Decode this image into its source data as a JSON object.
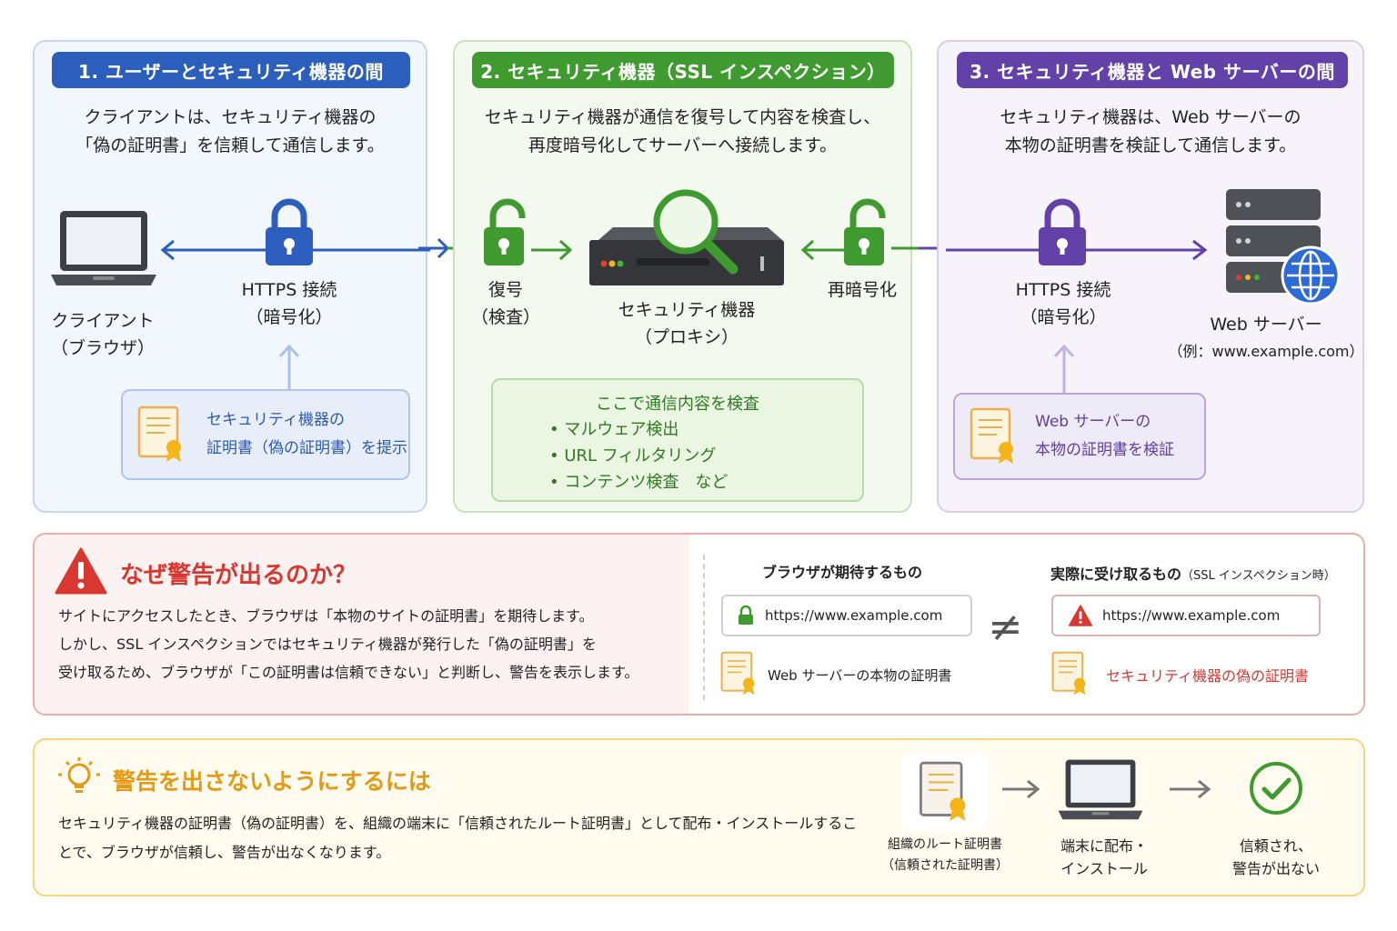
{
  "panels": {
    "p1": {
      "title": "1. ユーザーとセキュリティ機器の間",
      "desc_line1": "クライアントは、セキュリティ機器の",
      "desc_line2": "「偽の証明書」を信頼して通信します。",
      "client_line1": "クライアント",
      "client_line2": "（ブラウザ）",
      "https_line1": "HTTPS 接続",
      "https_line2": "（暗号化）",
      "cert_line1": "セキュリティ機器の",
      "cert_line2": "証明書（偽の証明書）を提示"
    },
    "p2": {
      "title": "2. セキュリティ機器（SSL インスペクション）",
      "desc_line1": "セキュリティ機器が通信を復号して内容を検査し、",
      "desc_line2": "再度暗号化してサーバーへ接続します。",
      "decrypt_line1": "復号",
      "decrypt_line2": "（検査）",
      "device_line1": "セキュリティ機器",
      "device_line2": "（プロキシ）",
      "reencrypt": "再暗号化",
      "inspect_title": "ここで通信内容を検査",
      "inspect_items": [
        "マルウェア検出",
        "URL フィルタリング",
        "コンテンツ検査　など"
      ]
    },
    "p3": {
      "title": "3. セキュリティ機器と Web サーバーの間",
      "desc_line1": "セキュリティ機器は、Web サーバーの",
      "desc_line2": "本物の証明書を検証して通信します。",
      "https_line1": "HTTPS 接続",
      "https_line2": "（暗号化）",
      "server_line1": "Web サーバー",
      "server_line2": "（例：www.example.com）",
      "cert_line1": "Web サーバーの",
      "cert_line2": "本物の証明書を検証"
    }
  },
  "warning": {
    "title": "なぜ警告が出るのか？",
    "body_line1": "サイトにアクセスしたとき、ブラウザは「本物のサイトの証明書」を期待します。",
    "body_line2": "しかし、SSL インスペクションではセキュリティ機器が発行した「偽の証明書」を",
    "body_line3": "受け取るため、ブラウザが「この証明書は信頼できない」と判断し、警告を表示します。",
    "expected_title": "ブラウザが期待するもの",
    "expected_url": "https://www.example.com",
    "expected_cert": "Web サーバーの本物の証明書",
    "not_equal": "≠",
    "actual_title": "実際に受け取るもの",
    "actual_title_note": "（SSL インスペクション時）",
    "actual_url": "https://www.example.com",
    "actual_cert": "セキュリティ機器の偽の証明書"
  },
  "tip": {
    "title": "警告を出さないようにするには",
    "body_line1": "セキュリティ機器の証明書（偽の証明書）を、組織の端末に「信頼されたルート証明書」として配布・インストールするこ",
    "body_line2": "とで、ブラウザが信頼し、警告が出なくなります。",
    "step1_line1": "組織のルート証明書",
    "step1_line2": "（信頼された証明書）",
    "step2_line1": "端末に配布・",
    "step2_line2": "インストール",
    "step3_line1": "信頼され、",
    "step3_line2": "警告が出ない"
  },
  "colors": {
    "blue": "#2c5fbd",
    "green": "#3f9b2f",
    "purple": "#6242a8",
    "red": "#d93831",
    "orange": "#e59a16"
  },
  "icons": [
    "laptop-icon",
    "lock-icon",
    "unlock-icon",
    "magnifier-icon",
    "server-icon",
    "globe-icon",
    "certificate-icon",
    "warning-icon",
    "lightbulb-icon",
    "check-circle-icon"
  ]
}
